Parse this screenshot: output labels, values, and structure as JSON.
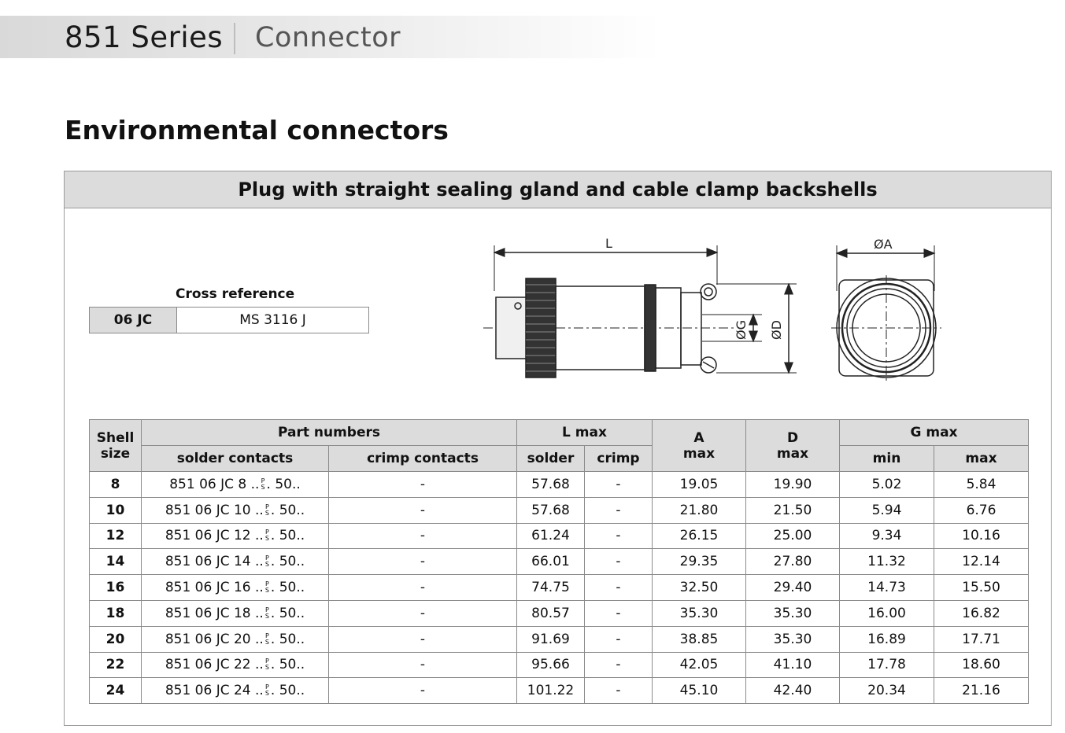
{
  "header": {
    "series": "851 Series",
    "product": "Connector"
  },
  "section_title": "Environmental connectors",
  "panel_title": "Plug with straight sealing gland and cable clamp backshells",
  "cross_reference": {
    "label": "Cross reference",
    "key": "06 JC",
    "value": "MS 3116 J"
  },
  "drawing": {
    "dim_L": "L",
    "dim_A": "ØA",
    "dim_G": "ØG",
    "dim_D": "ØD"
  },
  "table": {
    "headers": {
      "shell": "Shell",
      "shell2": "size",
      "part_numbers": "Part numbers",
      "solder_contacts": "solder contacts",
      "crimp_contacts": "crimp contacts",
      "l_max": "L max",
      "solder": "solder",
      "crimp": "crimp",
      "a": "A",
      "a2": "max",
      "d": "D",
      "d2": "max",
      "g_max": "G max",
      "min": "min",
      "max": "max"
    },
    "ps_top": "P",
    "ps_bottom": "S",
    "rows": [
      {
        "shell": "8",
        "pn_a": "851 06 JC 8 ..",
        "pn_b": ". 50..",
        "crimp_pn": "-",
        "l_solder": "57.68",
        "l_crimp": "-",
        "a": "19.05",
        "d": "19.90",
        "g_min": "5.02",
        "g_max": "5.84"
      },
      {
        "shell": "10",
        "pn_a": "851 06 JC 10 ..",
        "pn_b": ". 50..",
        "crimp_pn": "-",
        "l_solder": "57.68",
        "l_crimp": "-",
        "a": "21.80",
        "d": "21.50",
        "g_min": "5.94",
        "g_max": "6.76"
      },
      {
        "shell": "12",
        "pn_a": "851 06 JC 12 ..",
        "pn_b": ". 50..",
        "crimp_pn": "-",
        "l_solder": "61.24",
        "l_crimp": "-",
        "a": "26.15",
        "d": "25.00",
        "g_min": "9.34",
        "g_max": "10.16"
      },
      {
        "shell": "14",
        "pn_a": "851 06 JC 14 ..",
        "pn_b": ". 50..",
        "crimp_pn": "-",
        "l_solder": "66.01",
        "l_crimp": "-",
        "a": "29.35",
        "d": "27.80",
        "g_min": "11.32",
        "g_max": "12.14"
      },
      {
        "shell": "16",
        "pn_a": "851 06 JC 16 ..",
        "pn_b": ". 50..",
        "crimp_pn": "-",
        "l_solder": "74.75",
        "l_crimp": "-",
        "a": "32.50",
        "d": "29.40",
        "g_min": "14.73",
        "g_max": "15.50"
      },
      {
        "shell": "18",
        "pn_a": "851 06 JC 18 ..",
        "pn_b": ". 50..",
        "crimp_pn": "-",
        "l_solder": "80.57",
        "l_crimp": "-",
        "a": "35.30",
        "d": "35.30",
        "g_min": "16.00",
        "g_max": "16.82"
      },
      {
        "shell": "20",
        "pn_a": "851 06 JC 20 ..",
        "pn_b": ". 50..",
        "crimp_pn": "-",
        "l_solder": "91.69",
        "l_crimp": "-",
        "a": "38.85",
        "d": "35.30",
        "g_min": "16.89",
        "g_max": "17.71"
      },
      {
        "shell": "22",
        "pn_a": "851 06 JC 22 ..",
        "pn_b": ". 50..",
        "crimp_pn": "-",
        "l_solder": "95.66",
        "l_crimp": "-",
        "a": "42.05",
        "d": "41.10",
        "g_min": "17.78",
        "g_max": "18.60"
      },
      {
        "shell": "24",
        "pn_a": "851 06 JC 24 ..",
        "pn_b": ". 50..",
        "crimp_pn": "-",
        "l_solder": "101.22",
        "l_crimp": "-",
        "a": "45.10",
        "d": "42.40",
        "g_min": "20.34",
        "g_max": "21.16"
      }
    ]
  }
}
